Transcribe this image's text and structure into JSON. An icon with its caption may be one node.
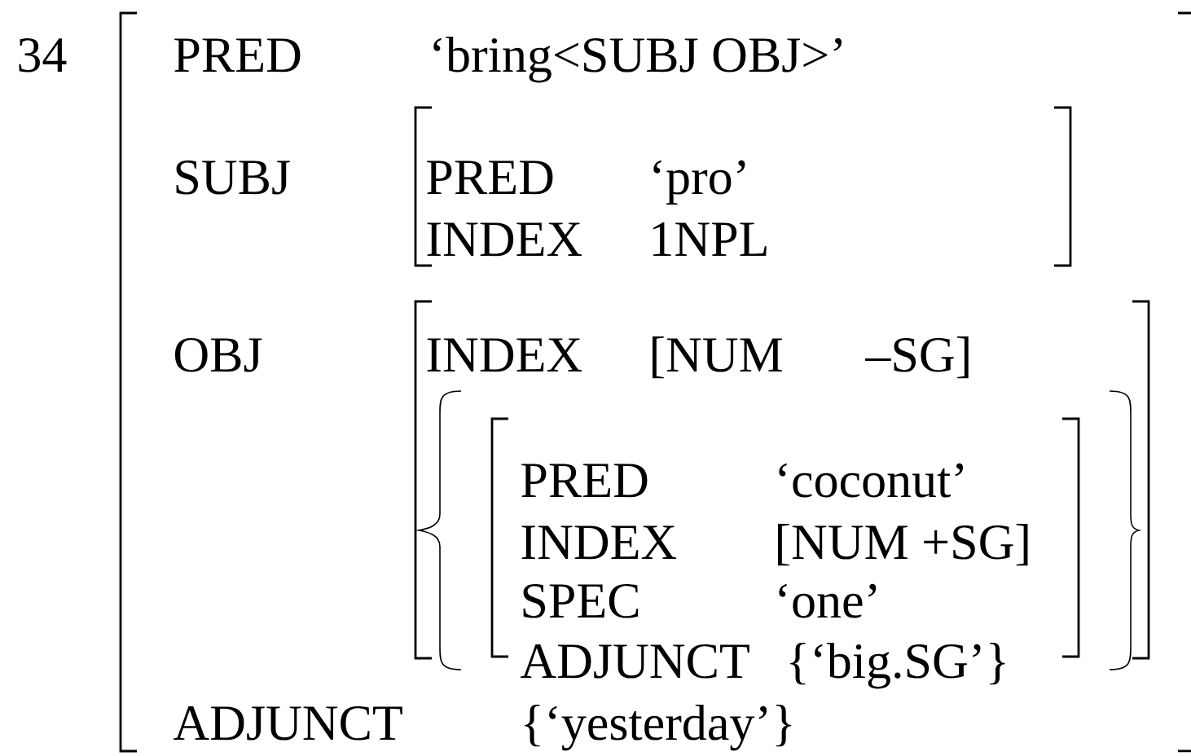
{
  "diagram": {
    "nodes": [
      {
        "text": [
          "PRED",
          "‘bring<SUBJ OBJ>’",
          "SUBJ",
          "OBJ",
          "ADJUNCT",
          "{‘yesterday’}"
        ],
        "beside": [
          "34"
        ]
      },
      {
        "text": [
          "PRED",
          "‘pro’",
          "INDEX",
          "1NPL"
        ],
        "in": 0
      },
      {
        "text": [
          "INDEX",
          "[NUM",
          "–SG]"
        ],
        "in": 0
      },
      {
        "text": [
          "PRED",
          "‘coconut’",
          "INDEX",
          "[NUM +SG]",
          "SPEC",
          "‘one’",
          "ADJUNCT",
          "{‘big.SG’}"
        ],
        "in": 2
      }
    ]
  }
}
